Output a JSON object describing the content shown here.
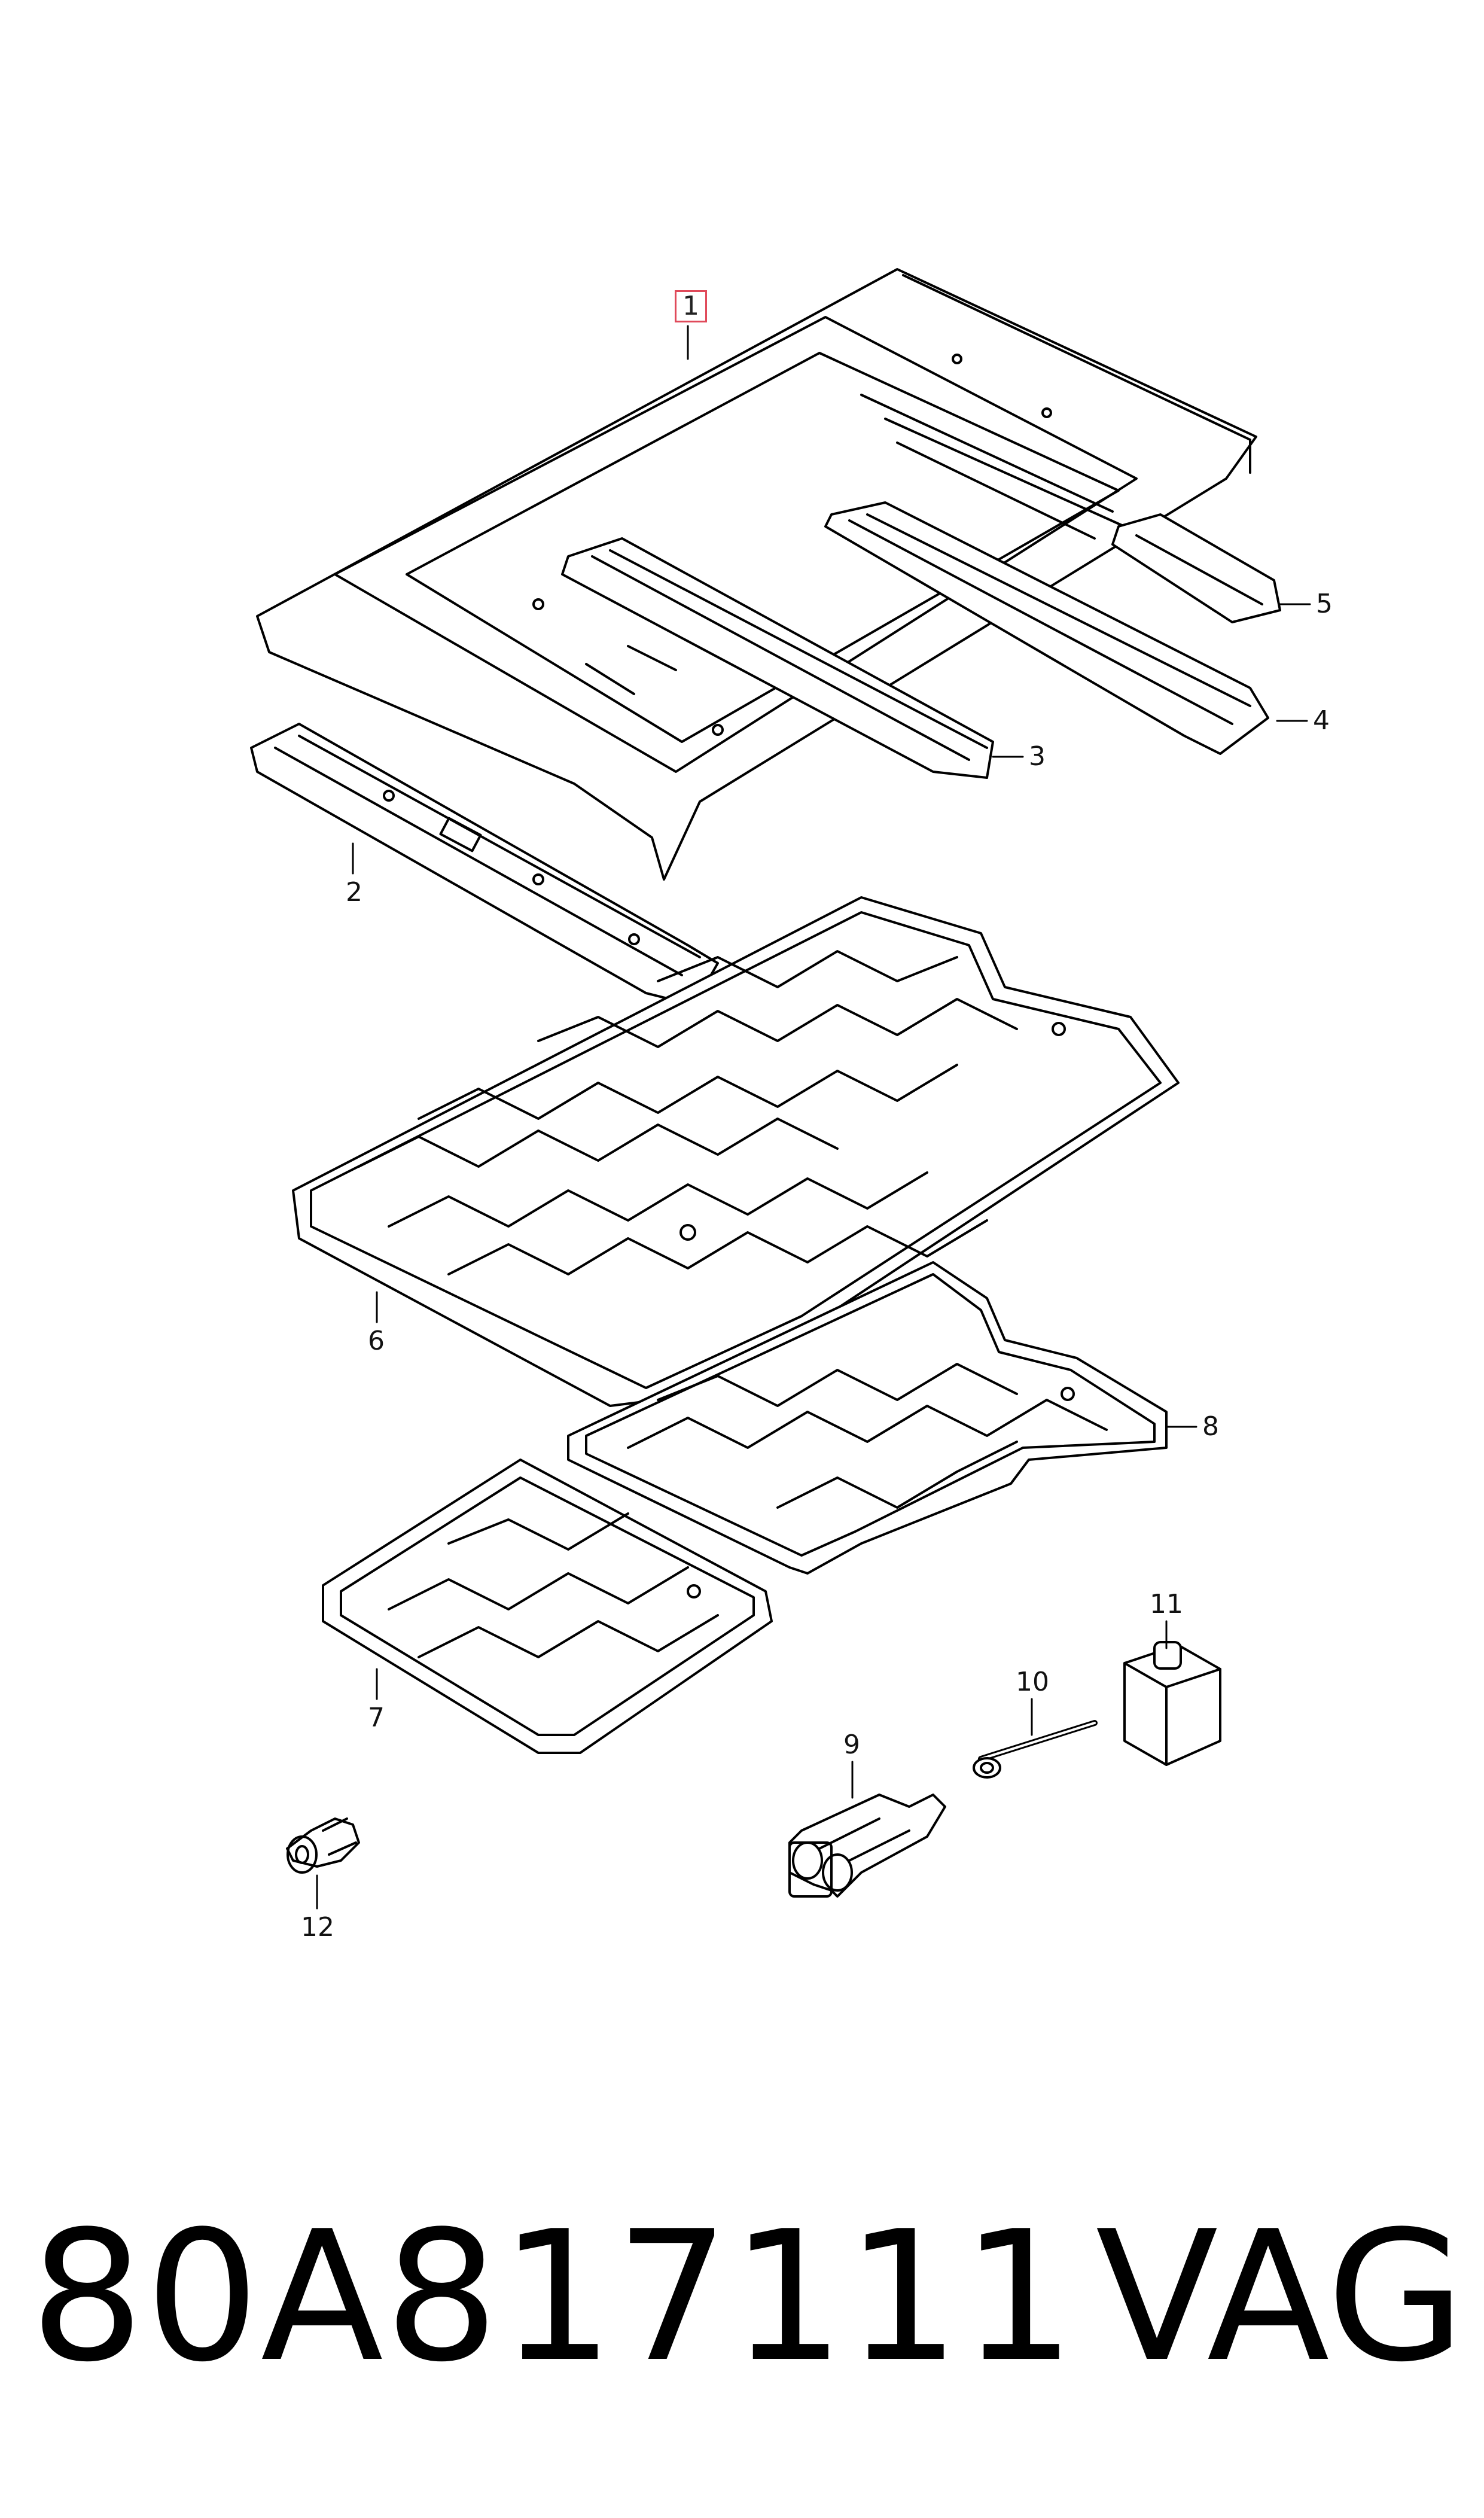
{
  "diagram": {
    "callouts": {
      "c1": "1",
      "c2": "2",
      "c3": "3",
      "c4": "4",
      "c5": "5",
      "c6": "6",
      "c7": "7",
      "c8": "8",
      "c9": "9",
      "c10": "10",
      "c11": "11",
      "c12": "12"
    }
  },
  "footer": {
    "part_number": "80A817111",
    "brand": "VAG"
  }
}
